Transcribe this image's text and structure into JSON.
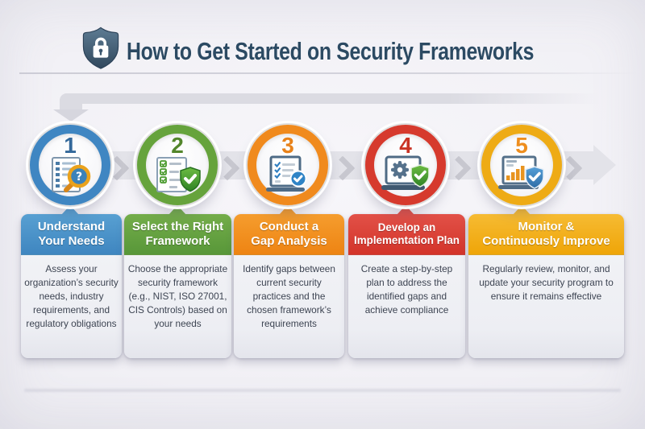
{
  "title": "How to Get Started on Security Frameworks",
  "title_icon": "shield-lock-icon",
  "colors": {
    "background": "#f1f0f5",
    "title_text": "#2c4a63",
    "flow_band": "#e3e3e9",
    "flow_chevron": "#c7c7cf",
    "connector_arrow": "#dbdbe2",
    "card_body_bg": "#edeef3",
    "body_text": "#3d4452"
  },
  "steps": [
    {
      "number": "1",
      "icon": "document-magnifier-icon",
      "title_line1": "Understand",
      "title_line2": "Your Needs",
      "description": "Assess your organization’s security needs, industry requirements, and regulatory obligations",
      "colors": {
        "ring": "#3f86c2",
        "number": "#33689a",
        "header_top": "#58a0d2",
        "header_bottom": "#3f86c0"
      }
    },
    {
      "number": "2",
      "icon": "checklist-shield-icon",
      "title_line1": "Select the Right",
      "title_line2": "Framework",
      "description": "Choose the appropriate security framework (e.g., NIST, ISO 27001, CIS Controls) based on your needs",
      "colors": {
        "ring": "#66a33c",
        "number": "#53862c",
        "header_top": "#74ad4a",
        "header_bottom": "#589739"
      }
    },
    {
      "number": "3",
      "icon": "laptop-checklist-icon",
      "title_line1": "Conduct a",
      "title_line2": "Gap Analysis",
      "description": "Identify gaps between current security practices and the chosen framework’s requirements",
      "colors": {
        "ring": "#f08a1d",
        "number": "#e8821a",
        "header_top": "#f59d2e",
        "header_bottom": "#ee8413"
      }
    },
    {
      "number": "4",
      "icon": "laptop-gear-shield-icon",
      "title_line1": "Develop an",
      "title_line2": "Implementation Plan",
      "description": "Create a step-by-step plan to address the identified gaps and achieve compliance",
      "colors": {
        "ring": "#d63a2d",
        "number": "#c93325",
        "header_top": "#e25148",
        "header_bottom": "#d33429"
      }
    },
    {
      "number": "5",
      "icon": "laptop-chart-shield-icon",
      "title_line1": "Monitor &",
      "title_line2": "Continuously Improve",
      "description": "Regularly review, monitor, and update your security program to ensure it remains effective",
      "colors": {
        "ring": "#eeab15",
        "number": "#ee8e1e",
        "header_top": "#f6bb33",
        "header_bottom": "#efa508"
      }
    }
  ]
}
